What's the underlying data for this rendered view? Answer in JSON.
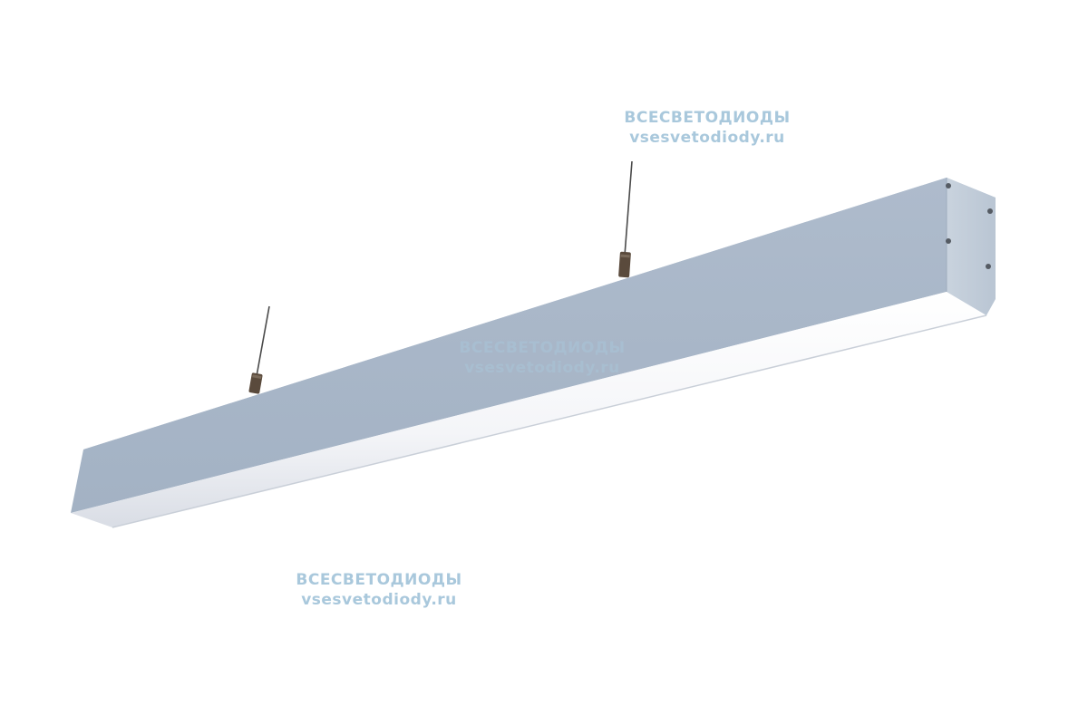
{
  "colors": {
    "background": "#ffffff",
    "housing_top": "#b6c3d3",
    "housing_front": "#a9b7c8",
    "housing_end": "#c4cfdc",
    "diffuser": "#fbfbfd",
    "watermark": "#a9c8dc",
    "cable": "#4a4a4a",
    "clamp": "#5a4a3c"
  },
  "watermarks": [
    {
      "brand": "ВСЕСВЕТОДИОДЫ",
      "site": "vsesvetodiody.ru"
    },
    {
      "brand": "ВСЕСВЕТОДИОДЫ",
      "site": "vsesvetodiody.ru"
    },
    {
      "brand": "ВСЕСВЕТОДИОДЫ",
      "site": "vsesvetodiody.ru"
    }
  ]
}
